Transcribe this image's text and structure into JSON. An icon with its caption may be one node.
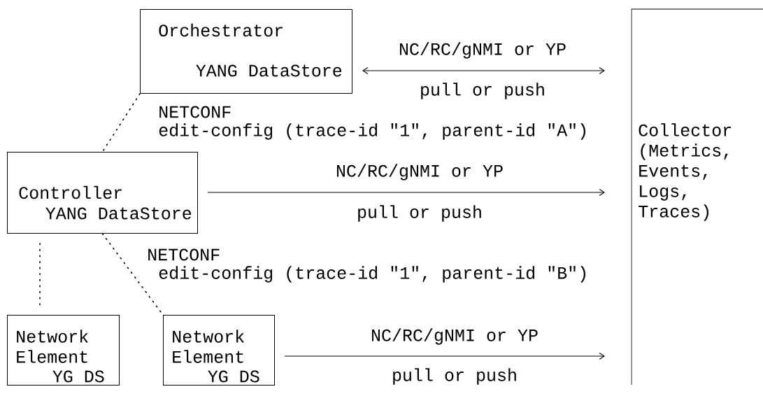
{
  "diagram": {
    "nodes": [
      {
        "text": [
          "Orchestrator",
          "YANG DataStore"
        ]
      },
      {
        "text": [
          "Controller",
          "YANG DataStore"
        ]
      },
      {
        "text": [
          "Network Element",
          "YG DS"
        ]
      },
      {
        "text": [
          "Network Element",
          "YG DS"
        ]
      },
      {
        "text": [
          "Collector (Metrics, Events, Logs, Traces)"
        ]
      }
    ],
    "edges": [
      {
        "from": 0,
        "to": 4,
        "arrow": "both",
        "label": "NC/RC/gNMI or YP"
      },
      {
        "from": 0,
        "to": 1,
        "arrow": "none",
        "style": "dashed",
        "label": "NETCONF"
      },
      {
        "from": 1,
        "to": 4,
        "arrow": "to",
        "label": "NC/RC/gNMI or YP"
      },
      {
        "from": 1,
        "to": 2,
        "arrow": "none",
        "style": "dashed"
      },
      {
        "from": 1,
        "to": 3,
        "arrow": "none",
        "style": "dashed",
        "label": "NETCONF"
      },
      {
        "from": 3,
        "to": 4,
        "arrow": "to",
        "label": "NC/RC/gNMI or YP"
      }
    ],
    "labels": [
      "pull or push",
      "edit-config (trace-id \"1\", parent-id \"A\")",
      "pull or push",
      "edit-config (trace-id \"1\", parent-id \"B\")",
      "pull or push"
    ]
  }
}
